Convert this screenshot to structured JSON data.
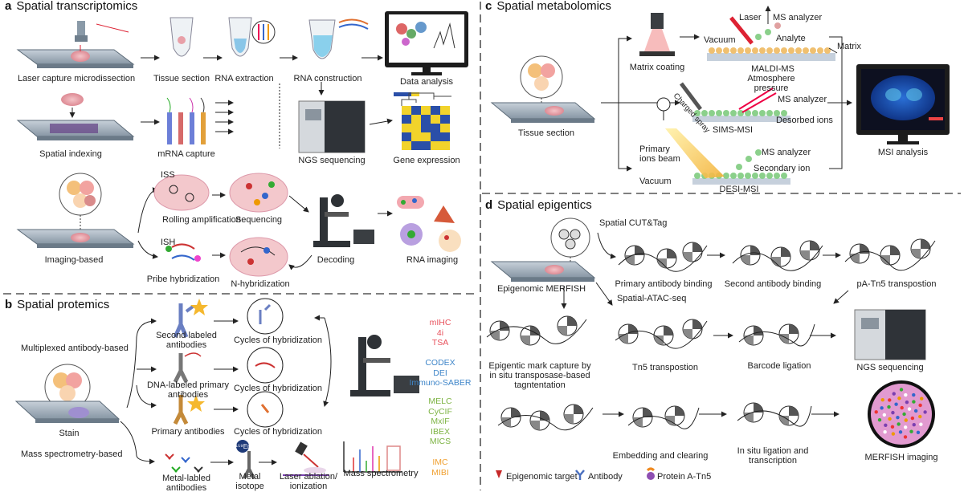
{
  "panels": {
    "a": {
      "letter": "a",
      "title": "Spatial transcriptomics",
      "labels": {
        "lcm": "Laser capture microdissection",
        "tissue_section": "Tissue section",
        "rna_extraction": "RNA extraction",
        "rna_construction": "RNA construction",
        "data_analysis": "Data analysis",
        "spatial_indexing": "Spatial indexing",
        "mrna_capture": "mRNA capture",
        "ngs_sequencing": "NGS sequencing",
        "gene_expression": "Gene expression",
        "iss": "ISS",
        "ish": "ISH",
        "rolling_amplification": "Rolling amplification",
        "sequencing": "Sequencing",
        "decoding": "Decoding",
        "imaging_based": "Imaging-based",
        "probe_hybridization": "Pribe hybridization",
        "n_hybridization": "N-hybridization",
        "rna_imaging": "RNA imaging"
      }
    },
    "b": {
      "letter": "b",
      "title": "Spatial protemics",
      "labels": {
        "multiplexed": "Multiplexed antibody-based",
        "second_labeled": "Second labeled antibodies",
        "dna_labeled": "DNA-labeled primary antibodies",
        "primary_antibodies": "Primary antibodies",
        "cycles1": "Cycles of hybridization",
        "cycles2": "Cycles of hybridization",
        "cycles3": "Cycles of hybridization",
        "stain": "Stain",
        "mass_spec_based": "Mass spectrometry-based",
        "metal_labled": "Metal-labled antibodies",
        "metal_isotope": "Metal isotope",
        "laser_ablation": "Laser ablation/ ionization",
        "mass_spectrometry": "Mass spectrometry",
        "isotope_symbol": "¹⁵⁹Er"
      },
      "tech_groups": [
        {
          "items": [
            "mIHC",
            "4i",
            "TSA"
          ],
          "color": "#e8505b"
        },
        {
          "items": [
            "CODEX",
            "DEI",
            "Immuno-SABER"
          ],
          "color": "#3f86c9"
        },
        {
          "items": [
            "MELC",
            "CyCIF",
            "MxIF",
            "IBEX",
            "MICS"
          ],
          "color": "#7cb342"
        },
        {
          "items": [
            "IMC",
            "MIBI"
          ],
          "color": "#f0a030"
        }
      ]
    },
    "c": {
      "letter": "c",
      "title": "Spatial metabolomics",
      "labels": {
        "matrix_coating": "Matrix coating",
        "laser": "Laser",
        "ms_analyzer1": "MS analyzer",
        "vacuum1": "Vacuum",
        "analyte": "Analyte",
        "matrix": "Matrix",
        "maldi": "MALDI-MS",
        "atmosphere": "Atmosphere pressure",
        "charged_spray": "Charged spray",
        "ms_analyzer2": "MS analyzer",
        "desorbed": "Desorbed ions",
        "sims": "SIMS-MSI",
        "tissue_section": "Tissue section",
        "primary_ions": "Primary ions beam",
        "ms_analyzer3": "MS analyzer",
        "secondary_ion": "Secondary ion",
        "vacuum2": "Vacuum",
        "desi": "DESI-MSI",
        "msi_analysis": "MSI analysis"
      }
    },
    "d": {
      "letter": "d",
      "title": "Spatial epigentics",
      "labels": {
        "cut_tag": "Spatial CUT&Tag",
        "primary_binding": "Primary antibody binding",
        "second_binding": "Second antibody binding",
        "pa_tn5": "pA-Tn5 transpostion",
        "epi_merfish": "Epigenomic MERFISH",
        "atac": "Spatial-ATAC-seq",
        "epi_capture": "Epigentic mark capture by in situ transposase-based tagntentation",
        "tn5": "Tn5 transpostion",
        "barcode": "Barcode ligation",
        "ngs": "NGS sequencing",
        "embedding": "Embedding and clearing",
        "in_situ": "In situ ligation and transcription",
        "merfish_imaging": "MERFISH imaging"
      },
      "legend": [
        "Epigenomic target",
        "Antibody",
        "Protein A-Tn5"
      ]
    }
  },
  "colors": {
    "slide": "#7f8e9c",
    "tissue": "#e8a0a8",
    "divider": "#555555",
    "monitor": "#1c1c1c",
    "heat_yellow": "#f2d32b",
    "heat_blue": "#2a4fa8"
  }
}
